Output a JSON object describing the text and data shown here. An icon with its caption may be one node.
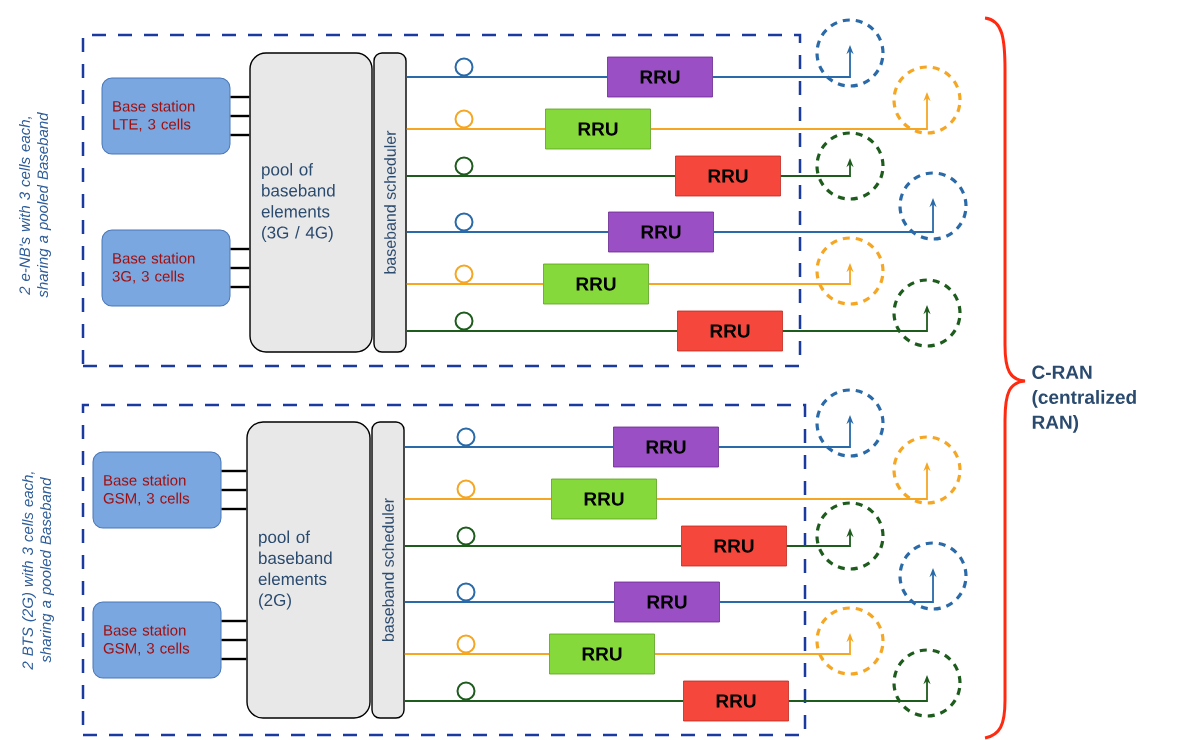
{
  "diagram": {
    "nodes": [
      {
        "text": [
          "2 e-NB's with 3 cells each, sharing a pooled Baseband"
        ]
      },
      {
        "text": [
          "Base station LTE, 3 cells"
        ],
        "in": 0
      },
      {
        "text": [
          "Base station 3G, 3 cells"
        ],
        "in": 0
      },
      {
        "text": [
          "pool of baseband elements (3G / 4G)"
        ],
        "in": 0
      },
      {
        "text": [
          "baseband scheduler"
        ],
        "in": 0
      },
      {
        "text": [
          "RRU"
        ],
        "in": 0
      },
      {
        "text": [
          "RRU"
        ],
        "in": 0
      },
      {
        "text": [
          "RRU"
        ],
        "in": 0
      },
      {
        "text": [
          "RRU"
        ],
        "in": 0
      },
      {
        "text": [
          "RRU"
        ],
        "in": 0
      },
      {
        "text": [
          "RRU"
        ],
        "in": 0
      },
      {
        "text": [],
        "shape": "circle"
      },
      {
        "text": [],
        "shape": "circle"
      },
      {
        "text": [],
        "shape": "circle"
      },
      {
        "text": [],
        "shape": "circle"
      },
      {
        "text": [],
        "shape": "circle"
      },
      {
        "text": [],
        "shape": "circle"
      },
      {
        "text": [
          "2 BTS (2G) with 3 cells each, sharing a pooled Baseband"
        ]
      },
      {
        "text": [
          "Base station GSM, 3 cells"
        ],
        "in": 17
      },
      {
        "text": [
          "Base station GSM, 3 cells"
        ],
        "in": 17
      },
      {
        "text": [
          "pool of baseband elements (2G)"
        ],
        "in": 17
      },
      {
        "text": [
          "baseband scheduler"
        ],
        "in": 17
      },
      {
        "text": [
          "RRU"
        ],
        "in": 17
      },
      {
        "text": [
          "RRU"
        ],
        "in": 17
      },
      {
        "text": [
          "RRU"
        ],
        "in": 17
      },
      {
        "text": [
          "RRU"
        ],
        "in": 17
      },
      {
        "text": [
          "RRU"
        ],
        "in": 17
      },
      {
        "text": [
          "RRU"
        ],
        "in": 17
      },
      {
        "text": [],
        "shape": "circle"
      },
      {
        "text": [],
        "shape": "circle"
      },
      {
        "text": [],
        "shape": "circle"
      },
      {
        "text": [],
        "shape": "circle"
      },
      {
        "text": [],
        "shape": "circle"
      },
      {
        "text": [],
        "shape": "circle"
      }
    ],
    "edges": [
      {
        "from": 1,
        "to": 3,
        "arrow": "none"
      },
      {
        "from": 1,
        "to": 3,
        "arrow": "none"
      },
      {
        "from": 1,
        "to": 3,
        "arrow": "none"
      },
      {
        "from": 2,
        "to": 3,
        "arrow": "none"
      },
      {
        "from": 2,
        "to": 3,
        "arrow": "none"
      },
      {
        "from": 2,
        "to": 3,
        "arrow": "none"
      },
      {
        "from": 4,
        "to": 5,
        "arrow": "none",
        "color": "#2a6aa8"
      },
      {
        "from": 4,
        "to": 6,
        "arrow": "none",
        "color": "#f5a623"
      },
      {
        "from": 4,
        "to": 7,
        "arrow": "none",
        "color": "#1e5c1e"
      },
      {
        "from": 4,
        "to": 8,
        "arrow": "none",
        "color": "#2a6aa8"
      },
      {
        "from": 4,
        "to": 9,
        "arrow": "none",
        "color": "#f5a623"
      },
      {
        "from": 4,
        "to": 10,
        "arrow": "none",
        "color": "#1e5c1e"
      },
      {
        "from": 5,
        "to": 11,
        "arrow": "to",
        "color": "#2a6aa8"
      },
      {
        "from": 6,
        "to": 12,
        "arrow": "to",
        "color": "#f5a623"
      },
      {
        "from": 7,
        "to": 13,
        "arrow": "to",
        "color": "#1e5c1e"
      },
      {
        "from": 8,
        "to": 14,
        "arrow": "to",
        "color": "#2a6aa8"
      },
      {
        "from": 9,
        "to": 15,
        "arrow": "to",
        "color": "#f5a623"
      },
      {
        "from": 10,
        "to": 16,
        "arrow": "to",
        "color": "#1e5c1e"
      },
      {
        "from": 18,
        "to": 20,
        "arrow": "none"
      },
      {
        "from": 18,
        "to": 20,
        "arrow": "none"
      },
      {
        "from": 18,
        "to": 20,
        "arrow": "none"
      },
      {
        "from": 19,
        "to": 20,
        "arrow": "none"
      },
      {
        "from": 19,
        "to": 20,
        "arrow": "none"
      },
      {
        "from": 19,
        "to": 20,
        "arrow": "none"
      },
      {
        "from": 21,
        "to": 22,
        "arrow": "none",
        "color": "#2a6aa8"
      },
      {
        "from": 21,
        "to": 23,
        "arrow": "none",
        "color": "#f5a623"
      },
      {
        "from": 21,
        "to": 24,
        "arrow": "none",
        "color": "#1e5c1e"
      },
      {
        "from": 21,
        "to": 25,
        "arrow": "none",
        "color": "#2a6aa8"
      },
      {
        "from": 21,
        "to": 26,
        "arrow": "none",
        "color": "#f5a623"
      },
      {
        "from": 21,
        "to": 27,
        "arrow": "none",
        "color": "#1e5c1e"
      },
      {
        "from": 22,
        "to": 28,
        "arrow": "to",
        "color": "#2a6aa8"
      },
      {
        "from": 23,
        "to": 29,
        "arrow": "to",
        "color": "#f5a623"
      },
      {
        "from": 24,
        "to": 30,
        "arrow": "to",
        "color": "#1e5c1e"
      },
      {
        "from": 25,
        "to": 31,
        "arrow": "to",
        "color": "#2a6aa8"
      },
      {
        "from": 26,
        "to": 32,
        "arrow": "to",
        "color": "#f5a623"
      },
      {
        "from": 27,
        "to": 33,
        "arrow": "to",
        "color": "#1e5c1e"
      }
    ],
    "labels": [
      "C-RAN (centralized RAN)"
    ]
  }
}
